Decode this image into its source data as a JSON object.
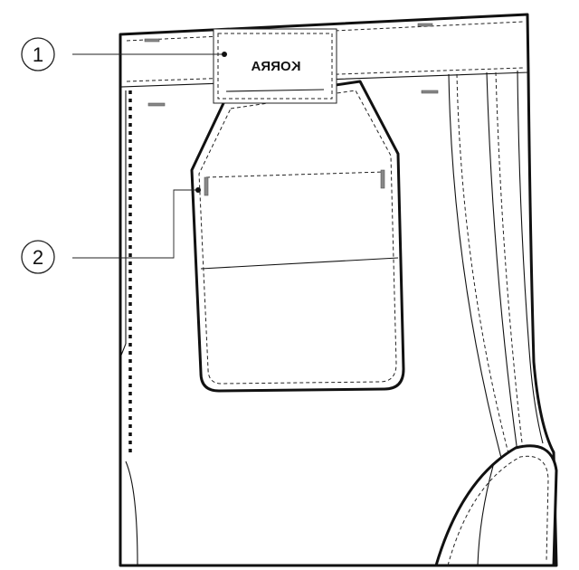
{
  "diagram": {
    "callouts": [
      {
        "number": "1",
        "target": "brand-label"
      },
      {
        "number": "2",
        "target": "back-pocket"
      }
    ],
    "brand_label_text": "KORRA"
  },
  "colors": {
    "line": "#111111",
    "background": "#ffffff",
    "tack": "#888888"
  }
}
